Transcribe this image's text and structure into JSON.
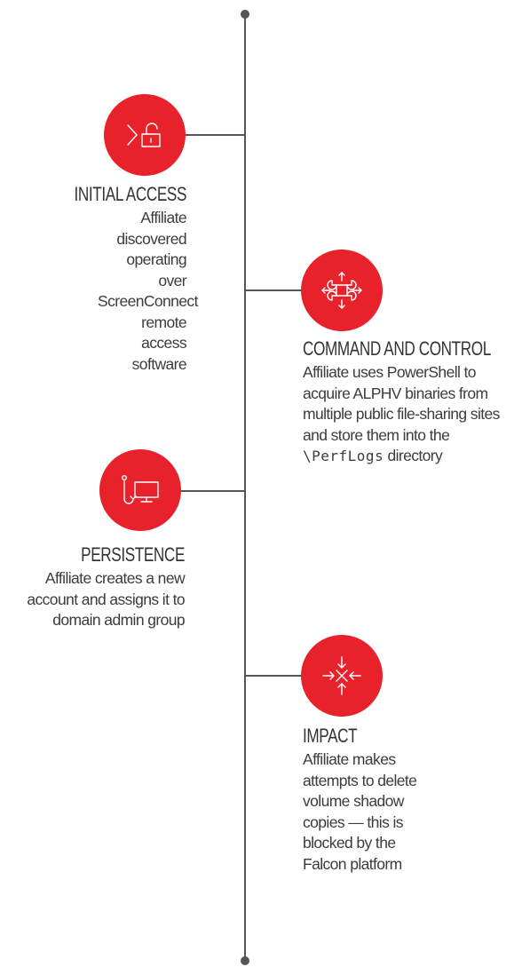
{
  "colors": {
    "accent": "#e8222b",
    "line": "#555555",
    "text": "#3c3c3c"
  },
  "stages": [
    {
      "title": "INITIAL ACCESS",
      "icon": "unlock-arrow-icon",
      "desc": "Affiliate discovered operating over ScreenConnect remote access software"
    },
    {
      "title": "COMMAND AND CONTROL",
      "icon": "command-key-icon",
      "desc_prefix": "Affiliate uses PowerShell to acquire ALPHV binaries from multiple public file-sharing sites and store them into the",
      "desc_path": "\\PerfLogs",
      "desc_suffix": "directory"
    },
    {
      "title": "PERSISTENCE",
      "icon": "monitor-hook-icon",
      "desc": "Affiliate creates a new account and assigns it to domain admin group"
    },
    {
      "title": "IMPACT",
      "icon": "converge-x-icon",
      "desc": "Affiliate makes attempts to delete volume shadow copies — this is blocked by the Falcon platform"
    }
  ]
}
